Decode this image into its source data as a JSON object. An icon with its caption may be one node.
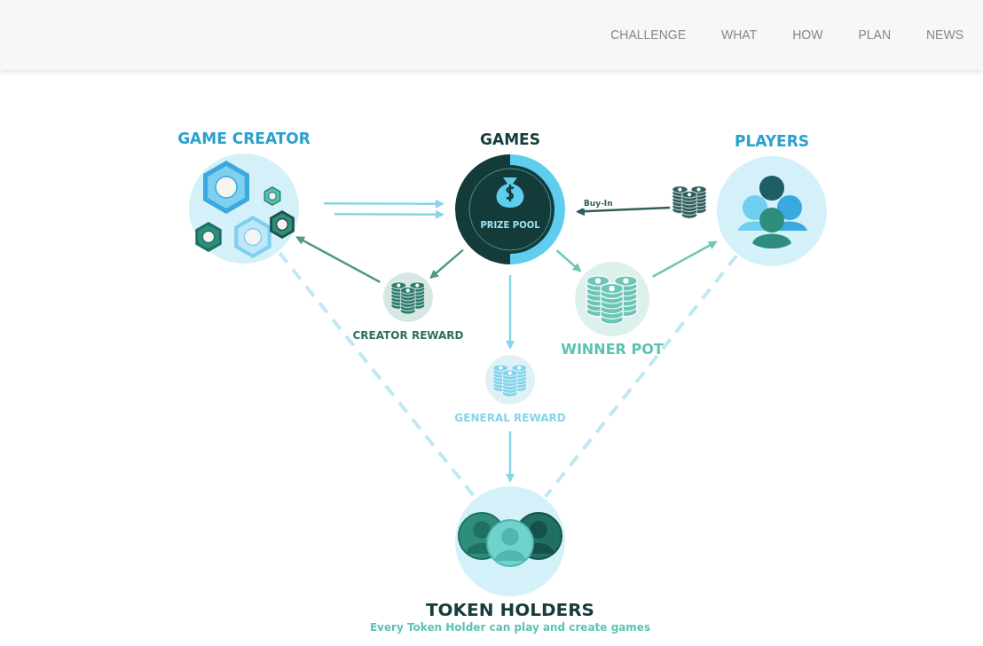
{
  "diagram": {
    "nodes": [
      {
        "text": [
          "GAME CREATOR"
        ]
      },
      {
        "text": [
          "GAMES",
          "PRIZE POOL"
        ]
      },
      {
        "text": [
          "PLAYERS"
        ]
      },
      {
        "text": [],
        "shape": "picture"
      },
      {
        "text": [
          "CREATOR REWARD"
        ]
      },
      {
        "text": [
          "WINNER POT"
        ]
      },
      {
        "text": [
          "GENERAL REWARD"
        ]
      },
      {
        "text": [
          "TOKEN HOLDERS",
          "Every Token Holder can play and create games"
        ]
      }
    ],
    "edges": [
      {
        "from": 0,
        "to": 1,
        "arrow": "to"
      },
      {
        "from": 0,
        "to": 1,
        "arrow": "to"
      },
      {
        "from": 3,
        "to": 1,
        "arrow": "to",
        "label": "Buy-In",
        "color": "#2f5f5c"
      },
      {
        "from": 1,
        "to": 4,
        "arrow": "to",
        "color": "#4f9a8c"
      },
      {
        "from": 4,
        "to": 0,
        "arrow": "to",
        "color": "#4f9a8c"
      },
      {
        "from": 1,
        "to": 5,
        "arrow": "to",
        "color": "#6cc6b6"
      },
      {
        "from": 5,
        "to": 2,
        "arrow": "to",
        "color": "#6cc6b6"
      },
      {
        "from": 1,
        "to": 6,
        "arrow": "to"
      },
      {
        "from": 6,
        "to": 7,
        "arrow": "to"
      },
      {
        "from": 0,
        "to": 7,
        "arrow": "none",
        "style": "dashed",
        "color": "#bfe8f3"
      },
      {
        "from": 2,
        "to": 7,
        "arrow": "none",
        "style": "dashed",
        "color": "#bfe8f3"
      }
    ],
    "labels": [
      "CHALLENGE",
      "WHAT",
      "HOW",
      "PLAN",
      "NEWS"
    ]
  }
}
